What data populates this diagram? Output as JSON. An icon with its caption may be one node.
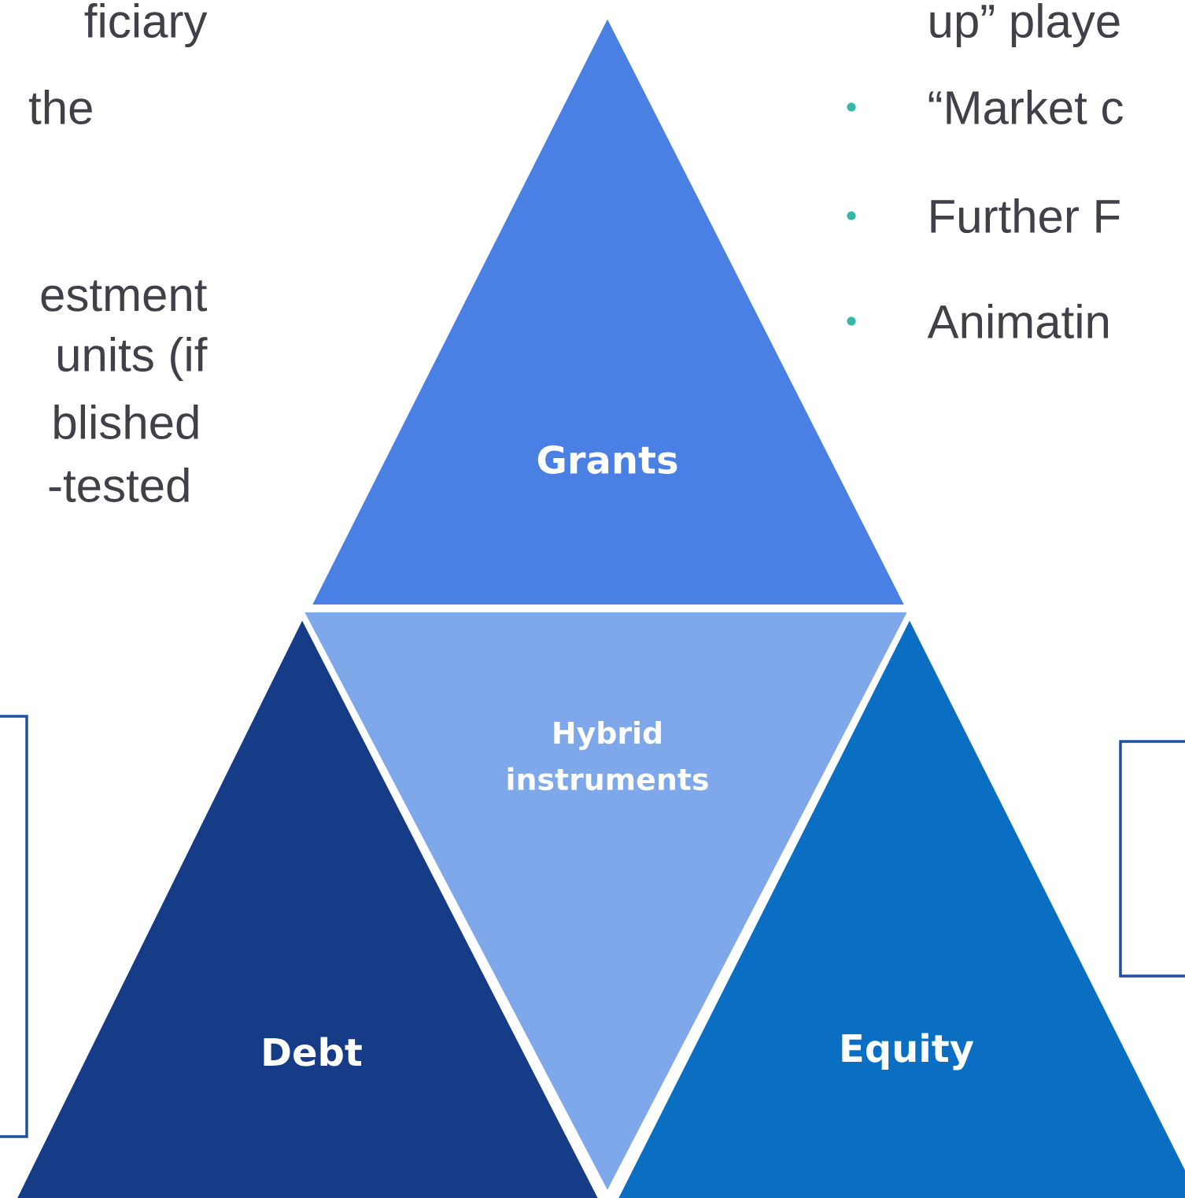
{
  "diagram": {
    "nodes": [
      {
        "text": [
          "Grants"
        ]
      },
      {
        "text": [
          "Hybrid instruments"
        ]
      },
      {
        "text": [
          "Debt"
        ]
      },
      {
        "text": [
          "Equity"
        ]
      },
      {
        "text": [],
        "shape": "box"
      },
      {
        "text": [],
        "shape": "box"
      }
    ],
    "labels": [
      "ficiary",
      "the",
      "estment",
      "units (if",
      "blished",
      "-tested",
      "up” playe",
      "“Market c",
      "Further F",
      "Animatin"
    ]
  }
}
